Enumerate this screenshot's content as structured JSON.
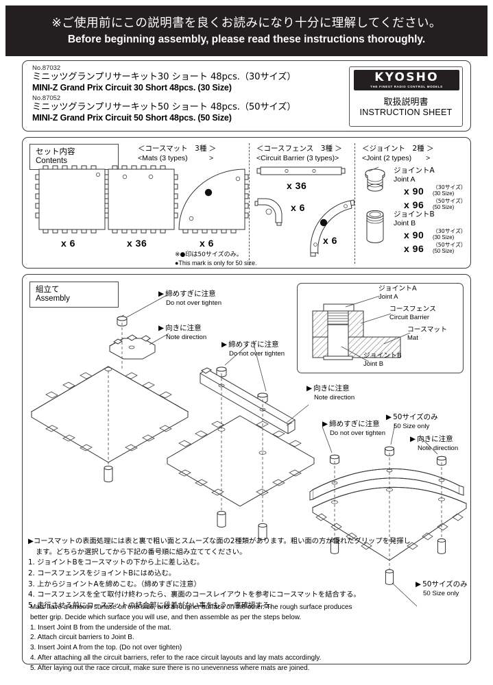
{
  "header": {
    "jp": "※ご使用前にこの説明書を良くお読みになり十分に理解してください。",
    "en": "Before beginning assembly, please read these instructions thoroughly."
  },
  "title_panel": {
    "product1": {
      "no": "No.87032",
      "jp": "ミニッツグランプリサーキット30 ショート 48pcs.（30サイズ）",
      "en": "MINI-Z Grand Prix Circuit 30 Short 48pcs. (30 Size)"
    },
    "product2": {
      "no": "No.87052",
      "jp": "ミニッツグランプリサーキット50 ショート 48pcs.（50サイズ）",
      "en": "MINI-Z Grand Prix Circuit 50 Short 48pcs. (50 Size)"
    },
    "brand": {
      "wordmark": "KYOSHO",
      "tagline": "THE FINEST RADIO CONTROL MODELS",
      "registered": "®",
      "doc_jp": "取扱説明書",
      "doc_en": "INSTRUCTION SHEET"
    }
  },
  "contents": {
    "label_jp": "セット内容",
    "label_en": "Contents",
    "groups": [
      {
        "head_jp": "＜コースマット　3種 ＞",
        "head_en": "<Mats (3 types)　　　>",
        "items": [
          {
            "name": "mat-square-plain",
            "qty": "x 6"
          },
          {
            "name": "mat-square-holes",
            "qty": "x 36"
          },
          {
            "name": "mat-quarter-curve",
            "qty": "x 6"
          }
        ],
        "note_jp": "※●印は50サイズのみ。",
        "note_en": "●This mark is only for 50 size."
      },
      {
        "head_jp": "＜コースフェンス　3種 ＞",
        "head_en": "<Circuit Barrier (3 types)>",
        "items": [
          {
            "name": "barrier-straight",
            "qty": "x 36"
          },
          {
            "name": "barrier-corner",
            "qty": "x 6"
          },
          {
            "name": "barrier-curve",
            "qty": "x 6"
          }
        ]
      },
      {
        "head_jp": "＜ジョイント　2種 ＞",
        "head_en": "<Joint (2 types)　　>",
        "items": [
          {
            "name": "joint-a",
            "jp": "ジョイントA",
            "en": "Joint A",
            "counts": [
              {
                "qty": "x 90",
                "size_jp": "（30サイズ）",
                "size_en": "(30 Size)"
              },
              {
                "qty": "x 96",
                "size_jp": "（50サイズ）",
                "size_en": "(50 Size)"
              }
            ]
          },
          {
            "name": "joint-b",
            "jp": "ジョイントB",
            "en": "Joint B",
            "counts": [
              {
                "qty": "x 90",
                "size_jp": "（30サイズ）",
                "size_en": "(30 Size)"
              },
              {
                "qty": "x 96",
                "size_jp": "（50サイズ）",
                "size_en": "(50 Size)"
              }
            ]
          }
        ]
      }
    ]
  },
  "assembly": {
    "label_jp": "組立て",
    "label_en": "Assembly",
    "callouts": [
      {
        "id": "c1",
        "jp": "締めすぎに注意",
        "en": "Do not over tighten"
      },
      {
        "id": "c2",
        "jp": "向きに注意",
        "en": "Note direction"
      },
      {
        "id": "c3",
        "jp": "締めすぎに注意",
        "en": "Do not over tighten"
      },
      {
        "id": "c4",
        "jp": "向きに注意",
        "en": "Note direction"
      },
      {
        "id": "c5",
        "jp": "締めすぎに注意",
        "en": "Do not over tighten"
      },
      {
        "id": "c6",
        "jp": "50サイズのみ",
        "en": "50 Size only"
      },
      {
        "id": "c7",
        "jp": "向きに注意",
        "en": "Note direction"
      },
      {
        "id": "c8",
        "jp": "50サイズのみ",
        "en": "50 Size only"
      }
    ],
    "detail": {
      "joint_a_jp": "ジョイントA",
      "joint_a_en": "Joint A",
      "barrier_jp": "コースフェンス",
      "barrier_en": "Circuit Barrier",
      "mat_jp": "コースマット",
      "mat_en": "Mat",
      "joint_b_jp": "ジョイントB",
      "joint_b_en": "Joint B"
    },
    "instructions_jp": {
      "lead": "▶コースマットの表面処理には表と裏で粗い面とスムーズな面の2種類があります。粗い面の方が優れたグリップを発揮します。どちらか選択してから下記の番号順に組み立ててください。",
      "steps": [
        "1. ジョイントBをコースマットの下から上に差し込む。",
        "2. コースフェンスをジョイントBにはめ込む。",
        "3. 上からジョイントAを締めこむ。（締めすぎに注意）",
        "4. コースフェンスを全て取付け終わったら、裏面のコースレイアウトを参考にコースマットを結合する。",
        "5. 走行させる前にコースマットの結合部に段差がない事をもう一度確認する。"
      ]
    },
    "instructions_en": {
      "lead": "Mats have a smooth surface on one side, and a rougher surface on the other. The rough surface produces better grip. Decide which surface you will use, and then assemble as per the steps below.",
      "steps": [
        "1. Insert Joint B from the underside of the mat.",
        "2. Attach circuit barriers to Joint B.",
        "3. Insert Joint A from the top. (Do not over tighten)",
        "4. After attaching all the circuit barriers, refer to the race circuit layouts and lay mats accordingly.",
        "5. After laying out the race circuit, make sure there is no unevenness where mats are joined."
      ]
    }
  },
  "colors": {
    "ink": "#231f20",
    "line": "#333333",
    "paper": "#ffffff"
  }
}
